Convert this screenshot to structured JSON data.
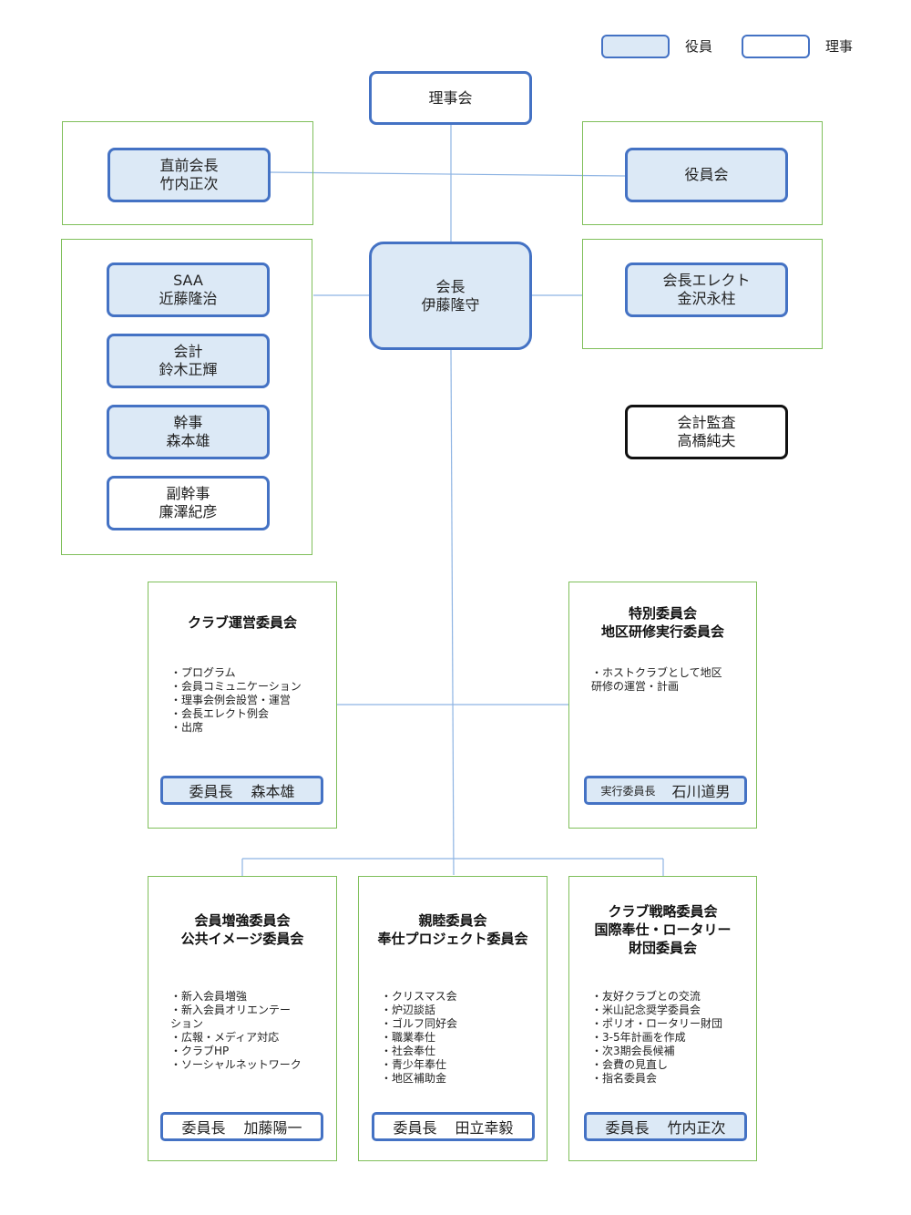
{
  "legend": {
    "officer_label": "役員",
    "director_label": "理事",
    "officer_color": "#dce9f6",
    "director_color": "#ffffff"
  },
  "nodes": {
    "board": "理事会",
    "immediate_past_president": {
      "title": "直前会長",
      "name": "竹内正次"
    },
    "officers_meeting": "役員会",
    "president": {
      "title": "会長",
      "name": "伊藤隆守"
    },
    "president_elect": {
      "title": "会長エレクト",
      "name": "金沢永柱"
    },
    "saa": {
      "title": "SAA",
      "name": "近藤隆治"
    },
    "treasurer": {
      "title": "会計",
      "name": "鈴木正輝"
    },
    "secretary": {
      "title": "幹事",
      "name": "森本雄"
    },
    "vice_secretary": {
      "title": "副幹事",
      "name": "廉澤紀彦"
    },
    "auditor": {
      "title": "会計監査",
      "name": "高橋純夫"
    }
  },
  "committees": {
    "club_admin": {
      "title": [
        "クラブ運営委員会"
      ],
      "items": [
        "・プログラム",
        "・会員コミュニケーション",
        "・理事会例会設営・運営",
        "・会長エレクト例会",
        "・出席"
      ],
      "chair_label": "委員長",
      "chair_name": "森本雄"
    },
    "special": {
      "title": [
        "特別委員会",
        "地区研修実行委員会"
      ],
      "items": [
        "・ホストクラブとして地区",
        "研修の運営・計画"
      ],
      "chair_label": "実行委員長",
      "chair_name": "石川道男"
    },
    "membership": {
      "title": [
        "会員増強委員会",
        "公共イメージ委員会"
      ],
      "items": [
        "・新入会員増強",
        "・新入会員オリエンテー",
        "ション",
        "・広報・メディア対応",
        "・クラブHP",
        "・ソーシャルネットワーク"
      ],
      "chair_label": "委員長",
      "chair_name": "加藤陽一"
    },
    "fellowship": {
      "title": [
        "親睦委員会",
        "奉仕プロジェクト委員会"
      ],
      "items": [
        "・クリスマス会",
        "・炉辺談話",
        "・ゴルフ同好会",
        "・職業奉仕",
        "・社会奉仕",
        "・青少年奉仕",
        "・地区補助金"
      ],
      "chair_label": "委員長",
      "chair_name": "田立幸毅"
    },
    "strategy": {
      "title": [
        "クラブ戦略委員会",
        "国際奉仕・ロータリー",
        "財団委員会"
      ],
      "items": [
        "・友好クラブとの交流",
        "・米山記念奨学委員会",
        "・ポリオ・ロータリー財団",
        "・3-5年計画を作成",
        "・次3期会長候補",
        "・会費の見直し",
        "・指名委員会"
      ],
      "chair_label": "委員長",
      "chair_name": "竹内正次"
    }
  }
}
